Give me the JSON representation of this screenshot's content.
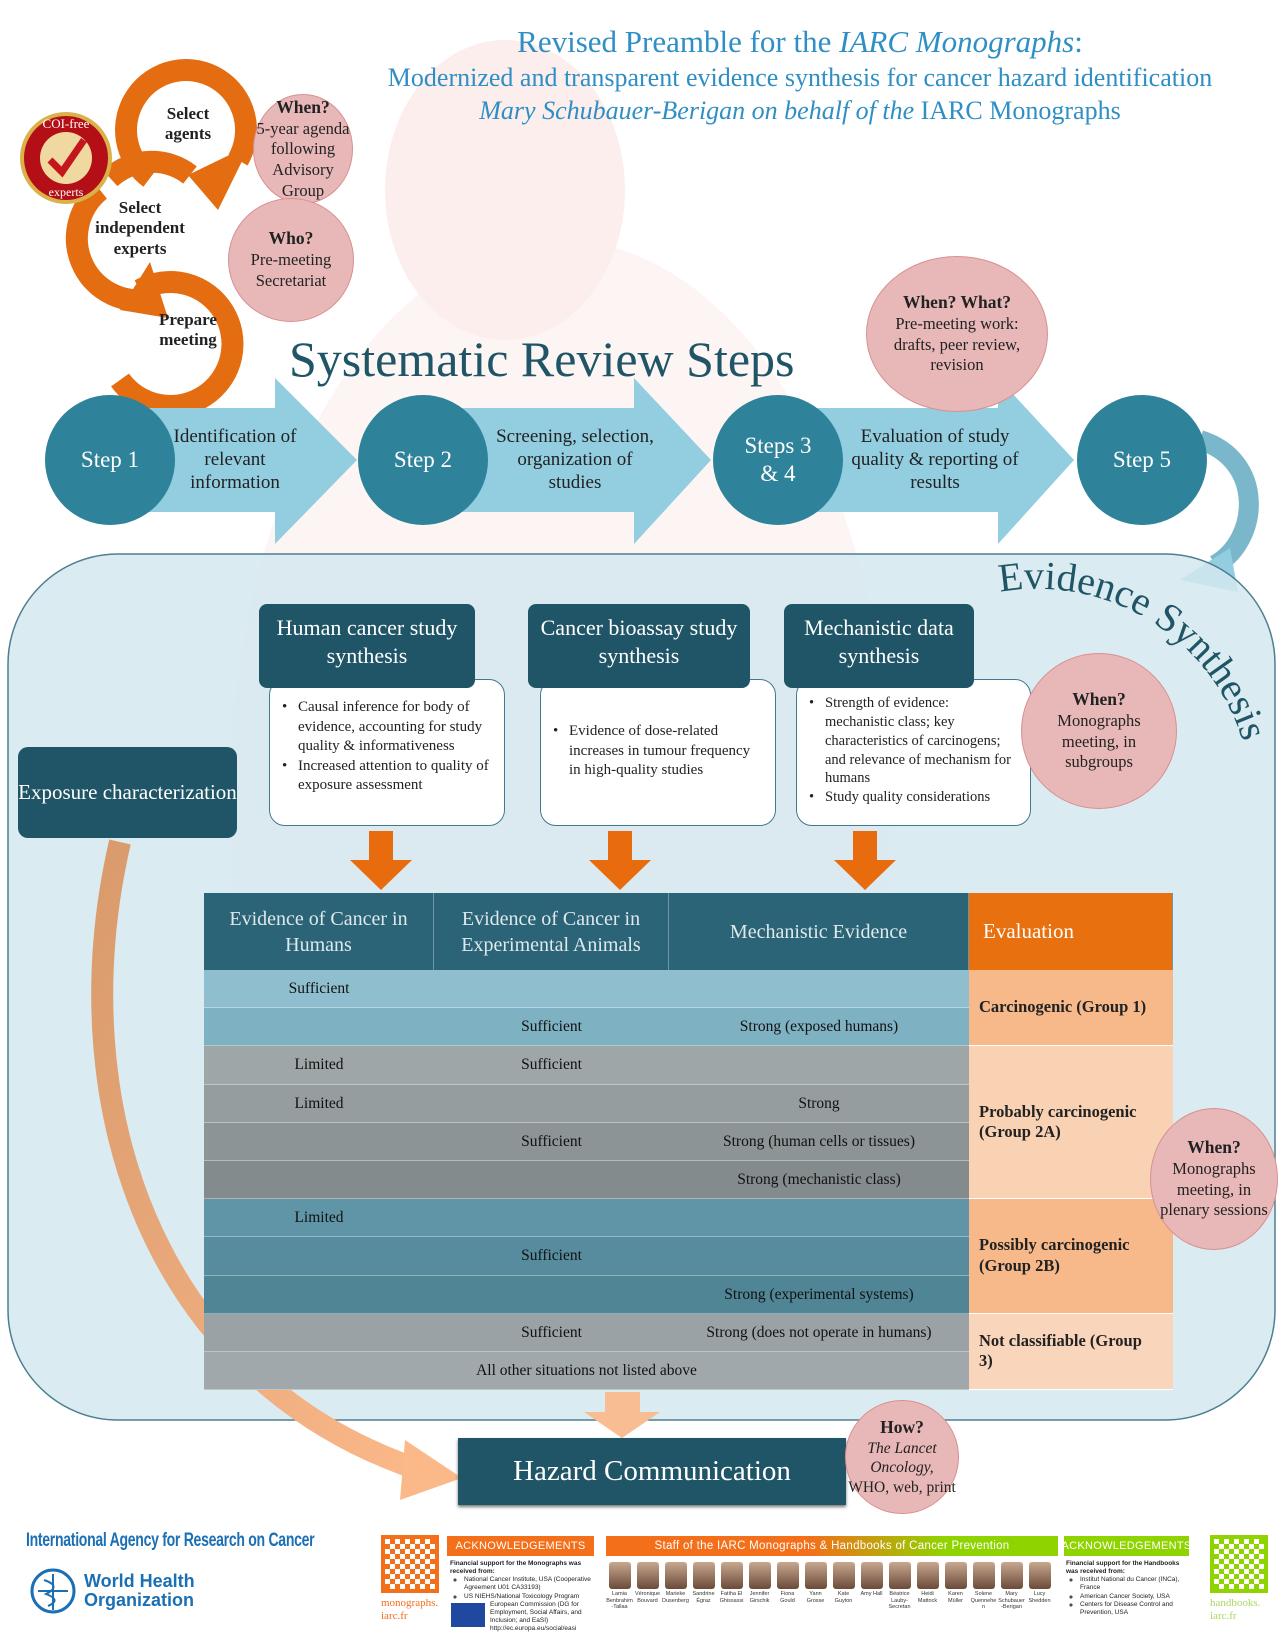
{
  "header": {
    "title_prefix": "Revised Preamble for the ",
    "title_italic": "IARC Monographs",
    "title_suffix": ":",
    "subtitle": "Modernized and transparent evidence synthesis for cancer hazard identification",
    "author_italic": "Mary Schubauer-Berigan on behalf of the ",
    "author_plain": "IARC Monographs"
  },
  "planning": {
    "rings": [
      "Select agents",
      "Select independent experts",
      "Prepare meeting"
    ],
    "badge_text": [
      "COI-free",
      "experts"
    ],
    "when1": {
      "q": "When?",
      "a": "5-year agenda following Advisory Group"
    },
    "who": {
      "q": "Who?",
      "a": "Pre-meeting Secretariat"
    },
    "when_what": {
      "q": "When? What?",
      "a": "Pre-meeting work: drafts, peer review, revision"
    }
  },
  "review": {
    "title": "Systematic Review Steps",
    "steps": [
      {
        "label": "Step 1",
        "text": "Identification of relevant information"
      },
      {
        "label": "Step 2",
        "text": "Screening, selection, organization of studies"
      },
      {
        "label": "Steps 3 & 4",
        "text": "Evaluation of study quality & reporting of results"
      },
      {
        "label": "Step 5",
        "text": ""
      }
    ]
  },
  "synthesis": {
    "title": "Evidence Synthesis",
    "streams": [
      {
        "title": "Human cancer study synthesis",
        "bullets": [
          "Causal inference for body of evidence, accounting for study quality & informativeness",
          "Increased attention to quality of exposure assessment"
        ]
      },
      {
        "title": "Cancer bioassay study synthesis",
        "bullets": [
          "Evidence of dose-related increases in tumour frequency in high-quality studies"
        ]
      },
      {
        "title": "Mechanistic data synthesis",
        "bullets": [
          "Strength of evidence: mechanistic class; key characteristics of carcinogens; and relevance of mechanism for humans",
          "Study quality considerations"
        ]
      }
    ],
    "exposure": "Exposure characterization",
    "when": {
      "q": "When?",
      "a": "Monographs meeting, in subgroups"
    }
  },
  "table": {
    "headers": [
      "Evidence of Cancer in Humans",
      "Evidence of Cancer in Experimental Animals",
      "Mechanistic Evidence",
      "Evaluation"
    ],
    "rows": [
      {
        "humans": "Sufficient",
        "animals": "",
        "mech": ""
      },
      {
        "humans": "",
        "animals": "Sufficient",
        "mech": "Strong (exposed humans)"
      },
      {
        "humans": "Limited",
        "animals": "Sufficient",
        "mech": ""
      },
      {
        "humans": "Limited",
        "animals": "",
        "mech": "Strong"
      },
      {
        "humans": "",
        "animals": "Sufficient",
        "mech": "Strong (human cells or tissues)"
      },
      {
        "humans": "",
        "animals": "",
        "mech": "Strong (mechanistic class)"
      },
      {
        "humans": "Limited",
        "animals": "",
        "mech": ""
      },
      {
        "humans": "",
        "animals": "Sufficient",
        "mech": ""
      },
      {
        "humans": "",
        "animals": "",
        "mech": "Strong (experimental systems)"
      },
      {
        "humans": "",
        "animals": "Sufficient",
        "mech": "Strong (does not operate in humans)"
      },
      {
        "all": "All other situations not listed above"
      }
    ],
    "evaluations": [
      {
        "label": "Carcinogenic (Group 1)",
        "color": "#f7b98a",
        "rows": [
          0,
          1
        ]
      },
      {
        "label": "Probably carcinogenic (Group 2A)",
        "color": "#f9d2b4",
        "rows": [
          2,
          5
        ]
      },
      {
        "label": "Possibly carcinogenic (Group 2B)",
        "color": "#f7b98a",
        "rows": [
          6,
          8
        ]
      },
      {
        "label": "Not classifiable (Group 3)",
        "color": "#f9d5bb",
        "rows": [
          9,
          10
        ]
      }
    ],
    "header_eval_color": "#e8700f",
    "when": {
      "q": "When?",
      "a": "Monographs meeting, in plenary sessions"
    }
  },
  "hazard": {
    "title": "Hazard Communication",
    "how": {
      "q": "How?",
      "a_italic": "The Lancet Oncology,",
      "a": "WHO, web, print"
    }
  },
  "footer": {
    "iarc": "International Agency for Research on Cancer",
    "who": [
      "World Health",
      "Organization"
    ],
    "qr1_caption": "monographs. iarc.fr",
    "qr2_caption": "handbooks. iarc.fr",
    "ack1": {
      "title": "ACKNOWLEDGEMENTS",
      "intro": "Financial support for the Monographs was received from:",
      "items": [
        "National Cancer Institute, USA (Cooperative Agreement U01 CA33193)",
        "US NIEHS/National Toxicology Program",
        "European Commission (DG for Employment, Social Affairs, and Inclusion; and EaSI) http://ec.europa.eu/social/easi"
      ]
    },
    "staff_title": "Staff of the IARC Monographs & Handbooks of Cancer Prevention",
    "staff": [
      "Lamia Benbrahim-Tallaa",
      "Véronique Bouvard",
      "Marieke Dusenberg",
      "Sandrine Égraz",
      "Fatiha El Ghissassi",
      "Jennifer Girschik",
      "Fiona Gould",
      "Yann Grosse",
      "Kate Guyton",
      "Amy Hall",
      "Béatrice Lauby-Secretan",
      "Heidi Mattock",
      "Karen Müller",
      "Solene Quennehen",
      "Mary Schubauer-Berigan",
      "Lucy Shedden"
    ],
    "ack2": {
      "title": "ACKNOWLEDGEMENTS",
      "intro": "Financial support for the Handbooks was received from:",
      "items": [
        "Institut National du Cancer (INCa), France",
        "American Cancer Society, USA",
        "Centers for Disease Control and Prevention, USA"
      ]
    }
  },
  "colors": {
    "teal_dark": "#1f5566",
    "teal_step": "#2e8299",
    "arrow_blue": "#8fcbdd",
    "orange": "#e8700f",
    "pink": "#e8b8b8",
    "title_blue": "#2f8fc4",
    "orange_footer": "#f36f1a",
    "green_footer": "#8fd400"
  }
}
